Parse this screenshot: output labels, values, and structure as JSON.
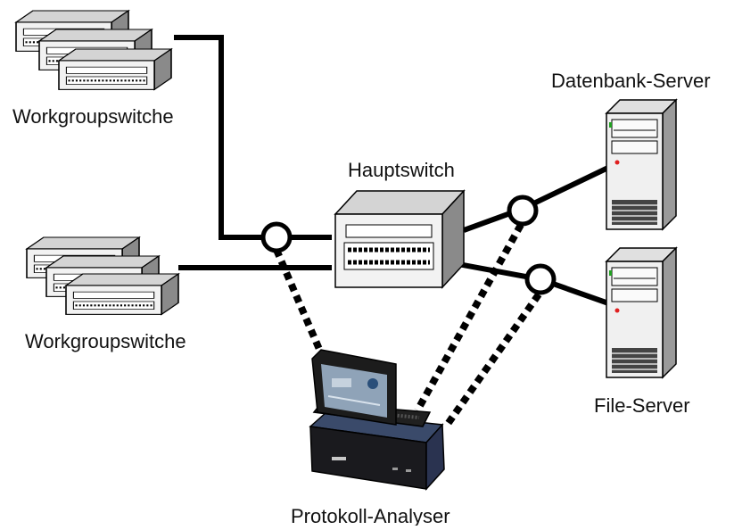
{
  "labels": {
    "workgroup_top": "Workgroupswitche",
    "workgroup_bottom": "Workgroupswitche",
    "main_switch": "Hauptswitch",
    "db_server": "Datenbank-Server",
    "file_server": "File-Server",
    "analyzer": "Protokoll-Analyser"
  },
  "colors": {
    "line": "#000000",
    "device_front": "#f2f2f2",
    "device_side": "#8a8a8a",
    "device_top": "#d4d4d4",
    "server_body": "#f0f0f0"
  },
  "icons": {
    "switch": "rack-switch-icon",
    "server": "tower-server-icon",
    "analyzer": "laptop-analyzer-icon",
    "tap": "network-tap-icon"
  }
}
